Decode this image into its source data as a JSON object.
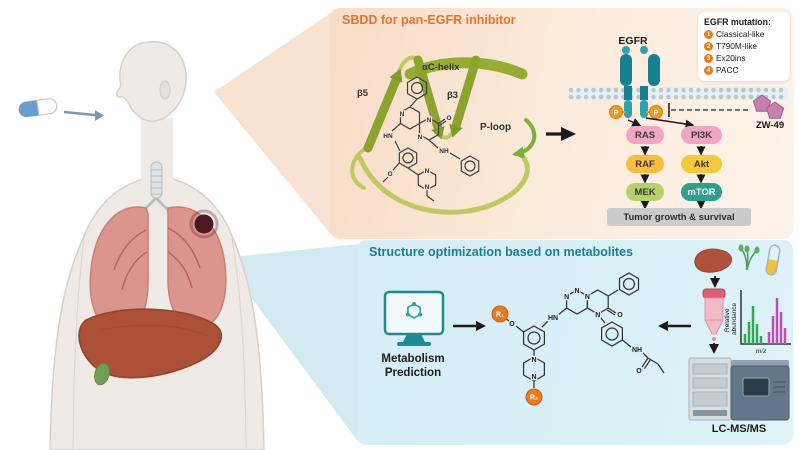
{
  "colors": {
    "panel_top_bg": "#fbe7d6",
    "panel_bottom_bg": "#d9eef6",
    "title_top_accent": "#e2762f",
    "title_bottom_accent": "#1b7f93",
    "badge_orange": "#e87a1e",
    "ribbon_green": "#93a93c",
    "receptor_teal": "#17808e",
    "phospho_orange": "#f09a1f",
    "zw49_pink": "#c77fb0",
    "node_ras": "#f2a6c4",
    "node_pi3k": "#f2a6c4",
    "node_raf": "#f6bd3f",
    "node_akt": "#f3c93d",
    "node_mek": "#b3d36a",
    "node_mtor": "#2f9e8f",
    "outcome_gray": "#cbcbcb",
    "spectrum_green": "#2fa84f",
    "spectrum_magenta": "#bd4fb0",
    "lung_pink": "#dc958c",
    "liver_red": "#ad5038",
    "pill_blue": "#6c9bd2"
  },
  "icons": {
    "pill-icon": "drug capsule",
    "human-body": "patient silhouette",
    "lungs-icon": "lungs with tumor",
    "liver-organ": "liver",
    "gallbladder-icon": "gallbladder",
    "receptor-icon": "EGFR receptor dimer in membrane",
    "phospho-icon": "phosphate group",
    "zw49-icon": "ZW-49 inhibitor pentagons",
    "monitor-icon": "computer with molecule (in-silico prediction)",
    "liver-icon": "liver sample",
    "plant-icon": "herb sprigs",
    "test-tube-icon": "sample tube",
    "column-icon": "chromatography column",
    "mass-spectrum-icon": "mass spectrum peaks",
    "lcms-instrument-icon": "LC-MS/MS instrument"
  },
  "sbdd": {
    "title": "SBDD for pan-EGFR inhibitor",
    "protein": {
      "helix": "αC-helix",
      "beta5": "β5",
      "beta3": "β3",
      "ploop": "P-loop"
    },
    "egfr_label": "EGFR",
    "phospho": "P",
    "zw49_label": "ZW-49",
    "legend": {
      "title": "EGFR mutation:",
      "items": [
        {
          "num": "1",
          "label": "Classical-like"
        },
        {
          "num": "2",
          "label": "T790M-like"
        },
        {
          "num": "3",
          "label": "Ex20ins"
        },
        {
          "num": "4",
          "label": "PACC"
        }
      ]
    },
    "pathway": {
      "ras": "RAS",
      "pi3k": "PI3K",
      "raf": "RAF",
      "akt": "Akt",
      "mek": "MEK",
      "mtor": "mTOR",
      "outcome": "Tumor growth & survival"
    }
  },
  "optimization": {
    "title": "Structure optimization based on metabolites",
    "prediction": {
      "line1": "Metabolism",
      "line2": "Prediction"
    },
    "r1": "R₁",
    "r2": "R₂",
    "spectrum": {
      "ylabel_line1": "Relative",
      "ylabel_line2": "abundance",
      "xlabel": "m/z"
    },
    "lcms_label": "LC-MS/MS"
  },
  "atoms": {
    "N": "N",
    "HN": "HN",
    "NH": "NH",
    "O": "O"
  }
}
